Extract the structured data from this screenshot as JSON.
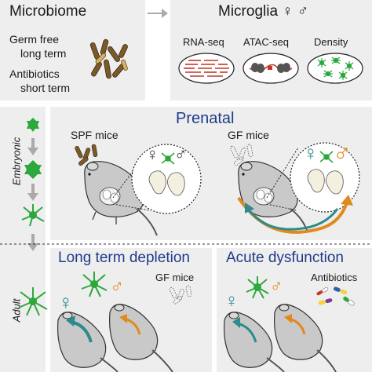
{
  "top_left": {
    "title": "Microbiome",
    "item1_line1": "Germ free",
    "item1_line2": "long term",
    "item2_line1": "Antibiotics",
    "item2_line2": "short term"
  },
  "top_right": {
    "title": "Microglia ♀ ♂",
    "methods": [
      "RNA-seq",
      "ATAC-seq",
      "Density"
    ]
  },
  "timeline": {
    "embryonic": "Embryonic",
    "adult": "Adult"
  },
  "prenatal": {
    "title": "Prenatal",
    "spf_label": "SPF mice",
    "gf_label": "GF mice",
    "female_symbol": "♀",
    "male_symbol": "♂"
  },
  "adult": {
    "left_title": "Long term depletion",
    "right_title": "Acute dysfunction",
    "gf_label": "GF mice",
    "antibiotics_label": "Antibiotics",
    "female_symbol": "♀",
    "male_symbol": "♂"
  },
  "colors": {
    "teal": "#2e8b8b",
    "orange": "#e08a1e",
    "green": "#2ca83c",
    "title_blue": "#1f3b8a",
    "red": "#c0392b"
  }
}
